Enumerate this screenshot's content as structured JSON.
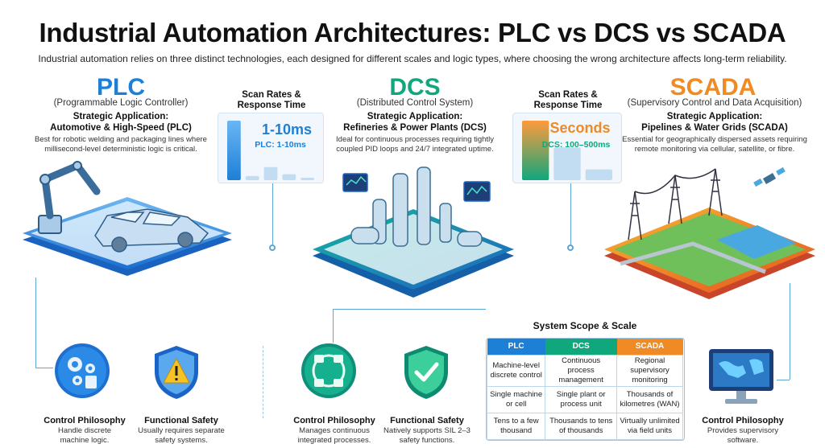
{
  "header": {
    "title": "Industrial Automation Architectures: PLC vs DCS vs SCADA",
    "subtitle": "Industrial automation relies on three distinct technologies, each designed for different scales and logic types, where choosing the wrong architecture affects long-term reliability."
  },
  "colors": {
    "plc": "#1e7fd6",
    "dcs": "#10a77d",
    "scada": "#f08a24"
  },
  "plc": {
    "name": "PLC",
    "full": "(Programmable Logic Controller)",
    "strategic_label": "Strategic Application:",
    "strategic_value": "Automotive & High-Speed (PLC)",
    "desc_line1": "Best for robotic welding and packaging lines where",
    "desc_line2": "millisecond-level deterministic logic is critical.",
    "control_title": "Control Philosophy",
    "control_line1": "Handle discrete",
    "control_line2": "machine logic.",
    "safety_title": "Functional Safety",
    "safety_line1": "Usually requires separate",
    "safety_line2": "safety systems."
  },
  "dcs": {
    "name": "DCS",
    "full": "(Distributed Control System)",
    "strategic_label": "Strategic Application:",
    "strategic_value": "Refineries & Power Plants (DCS)",
    "desc_line1": "Ideal for continuous processes requiring tightly",
    "desc_line2": "coupled PID loops and 24/7 integrated uptime.",
    "control_title": "Control Philosophy",
    "control_line1": "Manages continuous",
    "control_line2": "integrated processes.",
    "safety_title": "Functional Safety",
    "safety_line1": "Natively supports SIL 2–3",
    "safety_line2": "safety functions."
  },
  "scada": {
    "name": "SCADA",
    "full": "(Supervisory Control and Data Acquisition)",
    "strategic_label": "Strategic Application:",
    "strategic_value": "Pipelines & Water Grids (SCADA)",
    "desc_line1": "Essential for geographically dispersed assets requiring",
    "desc_line2": "remote monitoring via cellular, satellite, or fibre.",
    "control_title": "Control Philosophy",
    "control_line1": "Provides supervisory",
    "control_line2": "software."
  },
  "scan1": {
    "title_line1": "Scan Rates &",
    "title_line2": "Response Time",
    "big": "1-10ms",
    "label": "PLC: 1-10ms",
    "bars": [
      1.0,
      0.07,
      0.22,
      0.1,
      0.03
    ]
  },
  "scan2": {
    "title_line1": "Scan Rates &",
    "title_line2": "Response Time",
    "big": "Seconds",
    "label": "DCS: 100–500ms",
    "bars": [
      1.0,
      0.55,
      0.18
    ]
  },
  "scope": {
    "title": "System Scope & Scale",
    "headers": [
      "PLC",
      "DCS",
      "SCADA"
    ],
    "rows": [
      [
        "Machine-level discrete control",
        "Continuous process management",
        "Regional supervisory monitoring"
      ],
      [
        "Single machine or cell",
        "Single plant or process unit",
        "Thousands of kilometres (WAN)"
      ],
      [
        "Tens to a few thousand",
        "Thousands to tens of thousands",
        "Virtually unlimited via field units"
      ]
    ]
  }
}
